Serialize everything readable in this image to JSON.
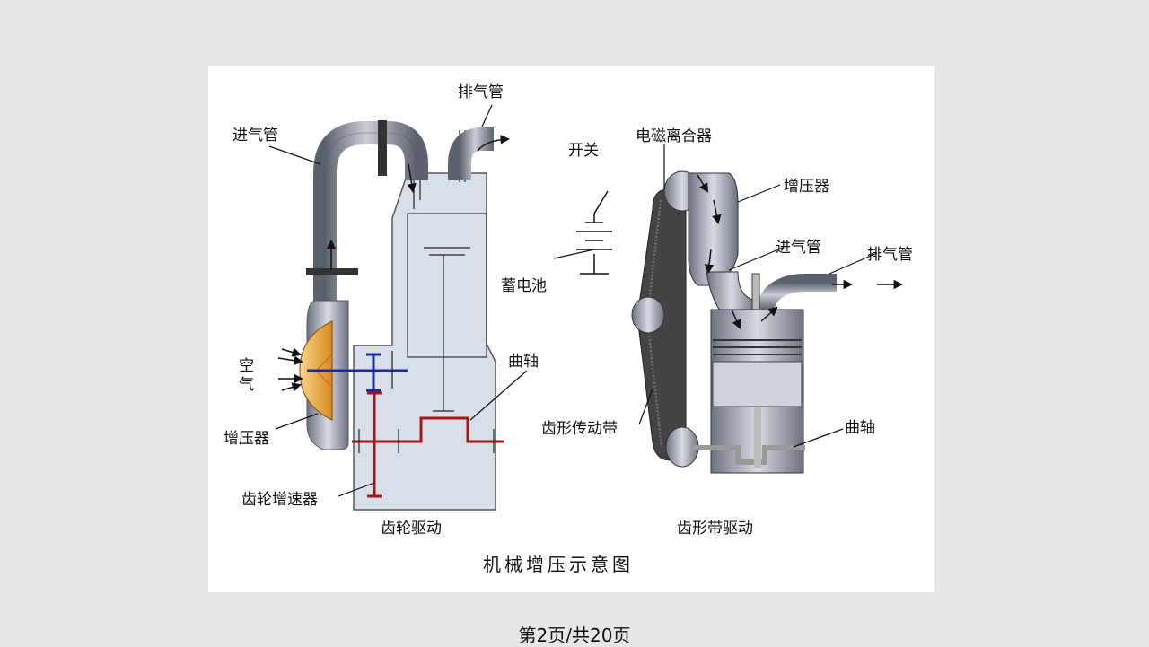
{
  "diagram": {
    "title": "机械增压示意图",
    "gear_drive": {
      "caption": "齿轮驱动",
      "labels": {
        "exhaust_pipe": "排气管",
        "intake_pipe": "进气管",
        "switch": "开关",
        "battery": "蓄电池",
        "air_char_1": "空",
        "air_char_2": "气",
        "supercharger": "增压器",
        "crankshaft": "曲轴",
        "gear_step_up": "齿轮增速器"
      }
    },
    "belt_drive": {
      "caption": "齿形带驱动",
      "labels": {
        "magnetic_clutch": "电磁离合器",
        "supercharger": "增压器",
        "intake_pipe": "进气管",
        "exhaust_pipe": "排气管",
        "toothed_belt": "齿形传动带",
        "crankshaft": "曲轴"
      }
    }
  },
  "footer": {
    "page_indicator": "第2页/共20页"
  },
  "colors": {
    "background": "#e6e6e6",
    "card": "#ffffff",
    "engine_block": "#d8dfe9",
    "pipe": "#8a8f9c",
    "impeller": "#e8a43a",
    "shaft_blue": "#1a2aa0",
    "shaft_red": "#a01818"
  }
}
